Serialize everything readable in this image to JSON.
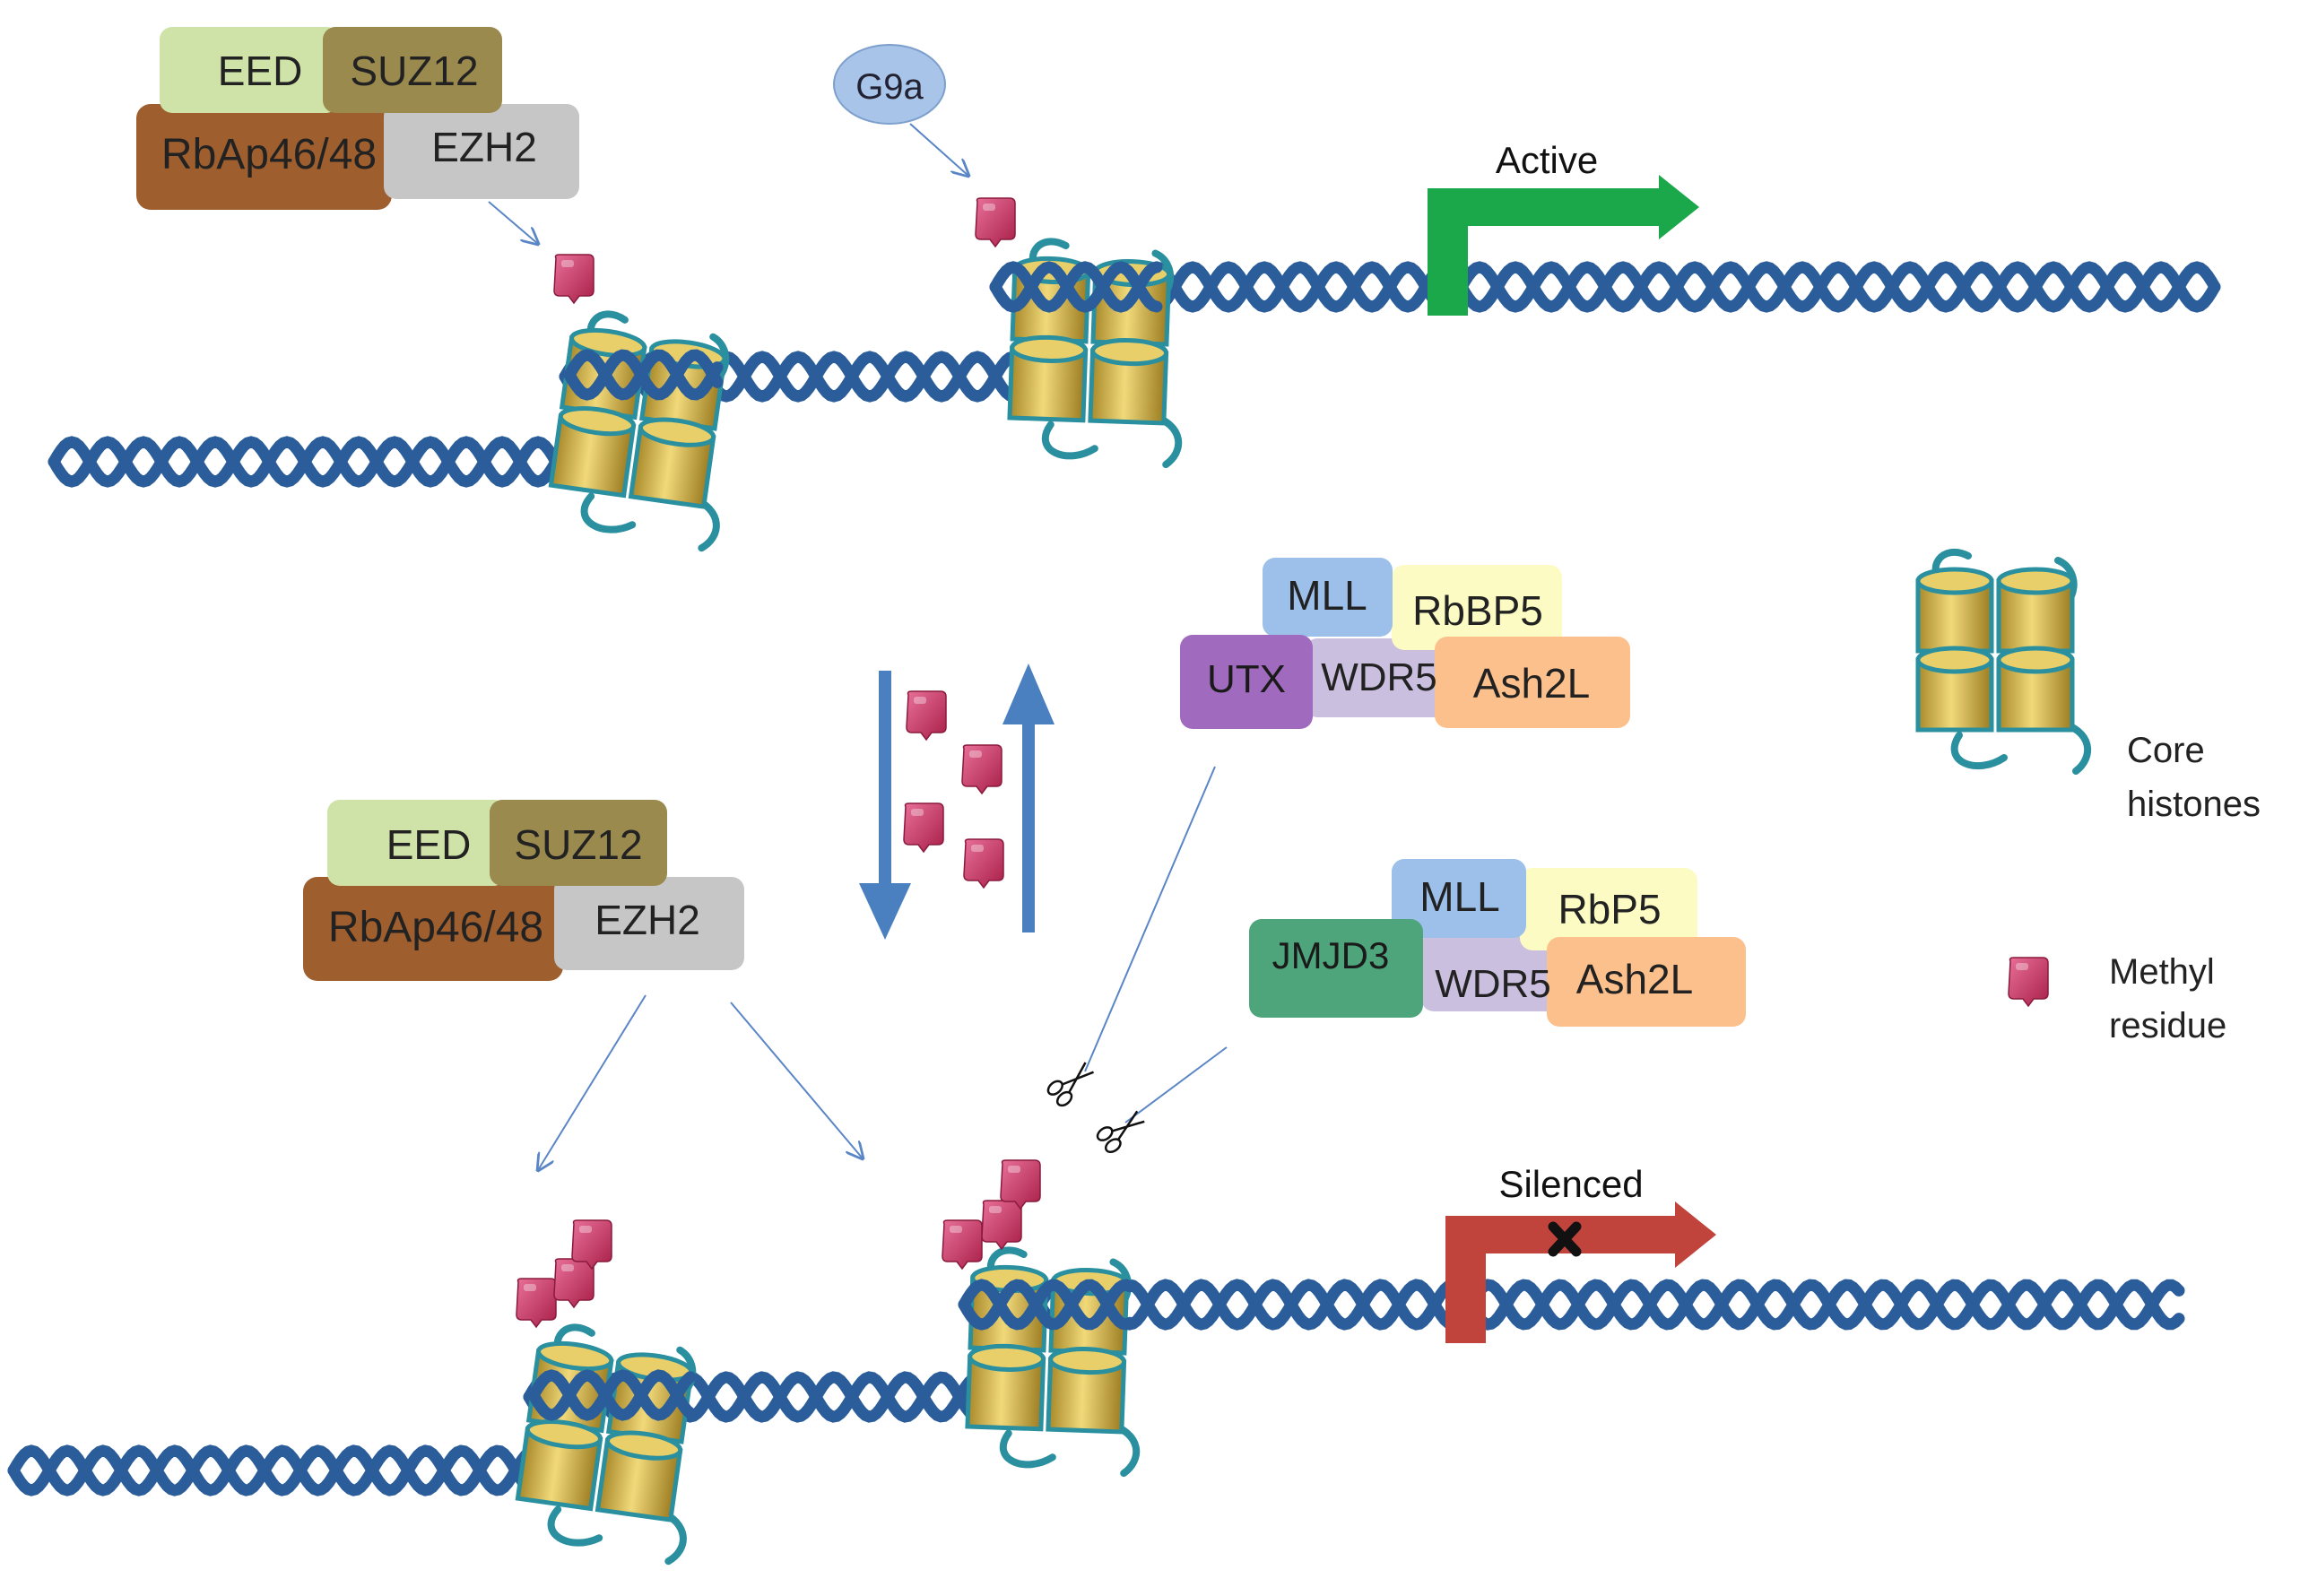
{
  "prc2_top": {
    "eed": "EED",
    "suz12": "SUZ12",
    "rbap": "RbAp46/48",
    "ezh2": "EZH2"
  },
  "g9a": "G9a",
  "active_label": "Active",
  "mll_utx_complex": {
    "mll": "MLL",
    "rbbp5": "RbBP5",
    "utx": "UTX",
    "wdr5": "WDR5",
    "ash2l": "Ash2L"
  },
  "prc2_bottom": {
    "eed": "EED",
    "suz12": "SUZ12",
    "rbap": "RbAp46/48",
    "ezh2": "EZH2"
  },
  "mll_jmjd3_complex": {
    "mll": "MLL",
    "rbp5": "RbP5",
    "jmjd3": "JMJD3",
    "wdr5": "WDR5",
    "ash2l": "Ash2L"
  },
  "silenced_label": "Silenced",
  "legend": {
    "core_histones_line1": "Core",
    "core_histones_line2": "histones",
    "methyl_line1": "Methyl",
    "methyl_line2": "residue"
  },
  "colors": {
    "dna": "#2a5d9a",
    "histone_fill": "#d9b94c",
    "histone_stroke": "#2a8f9e",
    "methyl": "#c03060",
    "active_arrow": "#1aa84a",
    "silenced_arrow": "#c0443c",
    "eed": "#cfe3a8",
    "suz12": "#9a8a4e",
    "rbap": "#9e5e2e",
    "ezh2": "#c6c6c6",
    "g9a": "#a8c4e8",
    "mll": "#9cc0ea",
    "rbbp5": "#fdfbc4",
    "utx": "#a06abe",
    "wdr5": "#cbbfe0",
    "ash2l": "#fbc08c",
    "jmjd3": "#4ea57c",
    "big_arrow": "#4a7fc0"
  }
}
